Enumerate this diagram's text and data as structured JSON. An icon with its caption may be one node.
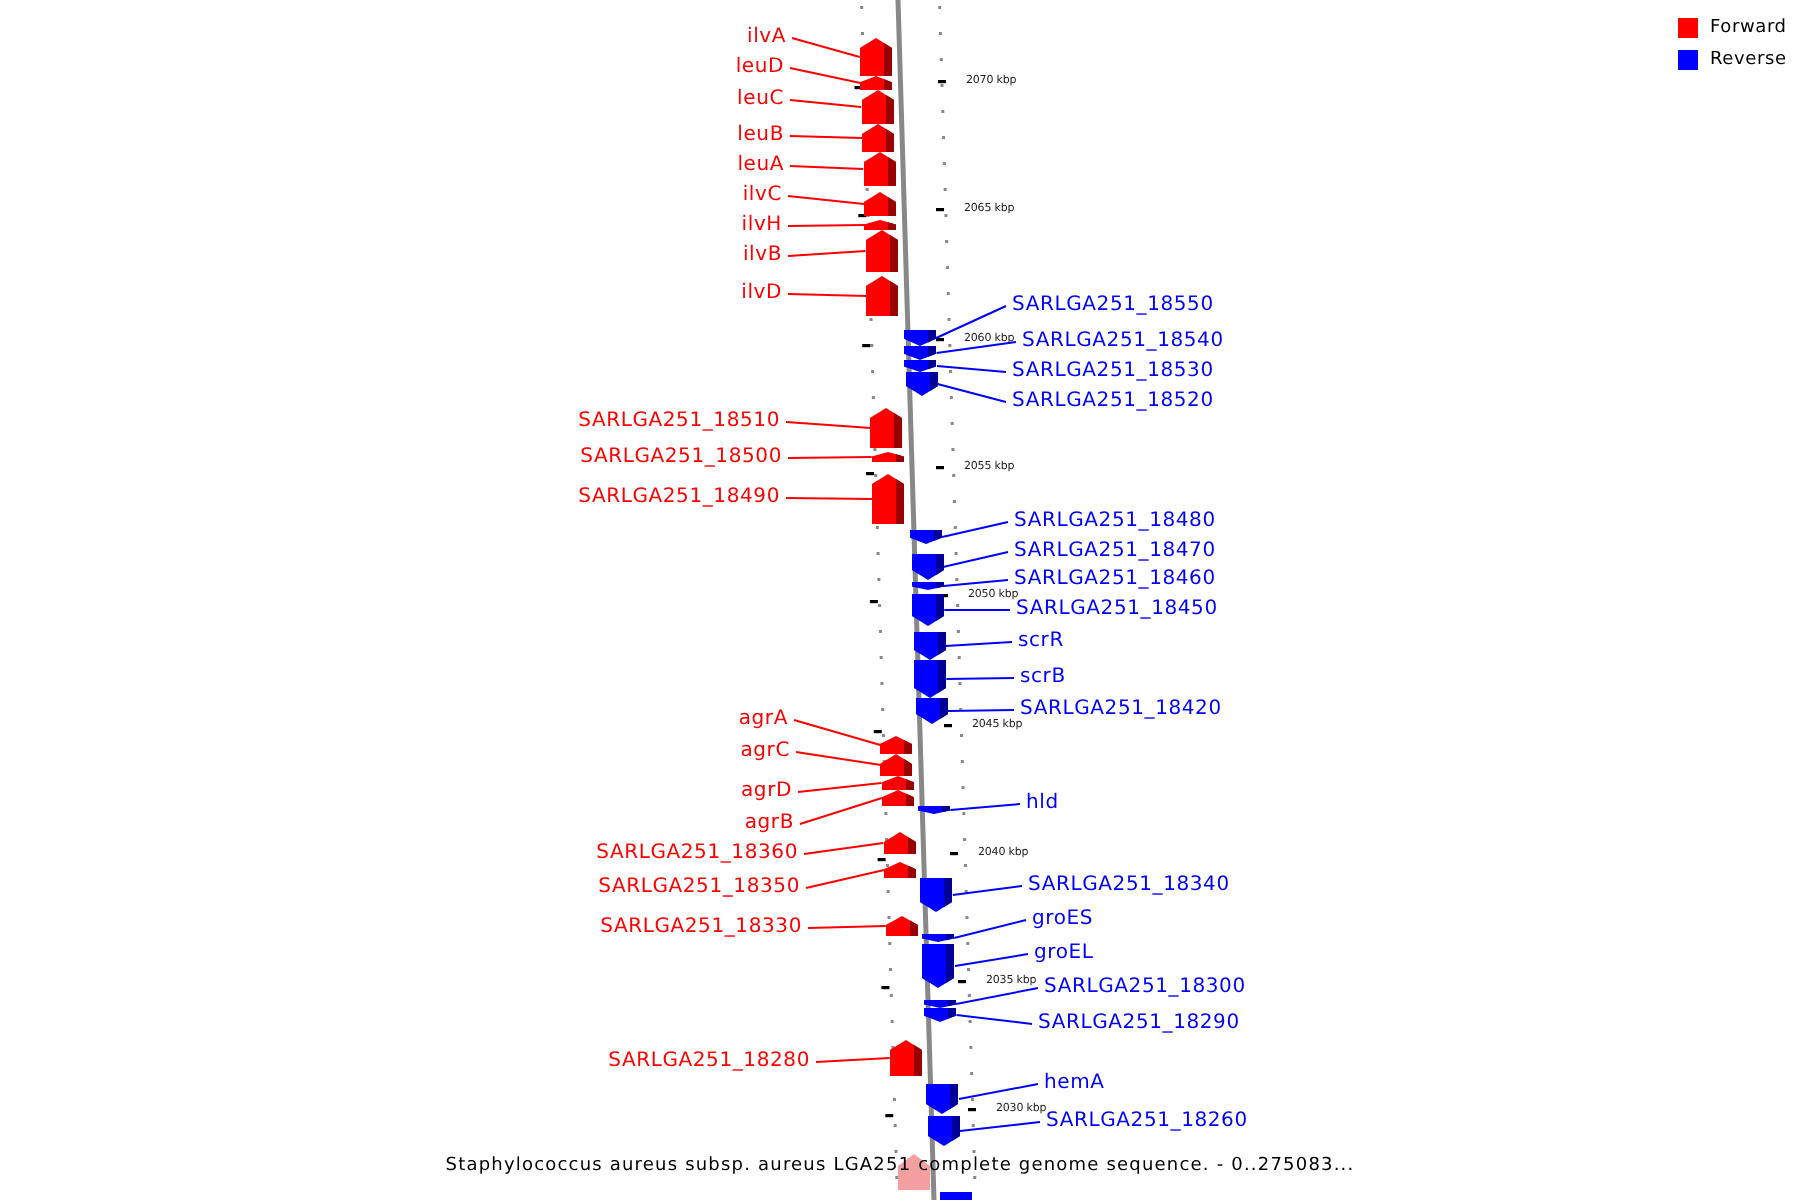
{
  "diagram": {
    "caption": "Staphylococcus aureus subsp. aureus LGA251 complete genome sequence. - 0..275083...",
    "nodes": [
      {
        "text": [
          "ilvA"
        ]
      },
      {
        "text": [],
        "shape": "bar"
      },
      {
        "text": [
          "leuD"
        ]
      },
      {
        "text": [],
        "shape": "bar"
      },
      {
        "text": [
          "leuC"
        ]
      },
      {
        "text": [],
        "shape": "bar"
      },
      {
        "text": [
          "leuB"
        ]
      },
      {
        "text": [],
        "shape": "bar"
      },
      {
        "text": [
          "leuA"
        ]
      },
      {
        "text": [],
        "shape": "bar"
      },
      {
        "text": [
          "ilvC"
        ]
      },
      {
        "text": [],
        "shape": "bar"
      },
      {
        "text": [
          "ilvH"
        ]
      },
      {
        "text": [],
        "shape": "bar"
      },
      {
        "text": [
          "ilvB"
        ]
      },
      {
        "text": [],
        "shape": "bar"
      },
      {
        "text": [
          "ilvD"
        ]
      },
      {
        "text": [],
        "shape": "bar"
      },
      {
        "text": [
          "SARLGA251_18550"
        ]
      },
      {
        "text": [],
        "shape": "bar"
      },
      {
        "text": [
          "SARLGA251_18540"
        ]
      },
      {
        "text": [],
        "shape": "bar"
      },
      {
        "text": [
          "SARLGA251_18530"
        ]
      },
      {
        "text": [],
        "shape": "bar"
      },
      {
        "text": [
          "SARLGA251_18520"
        ]
      },
      {
        "text": [],
        "shape": "bar"
      },
      {
        "text": [
          "SARLGA251_18510"
        ]
      },
      {
        "text": [],
        "shape": "bar"
      },
      {
        "text": [
          "SARLGA251_18500"
        ]
      },
      {
        "text": [],
        "shape": "bar"
      },
      {
        "text": [
          "SARLGA251_18490"
        ]
      },
      {
        "text": [],
        "shape": "bar"
      },
      {
        "text": [
          "SARLGA251_18480"
        ]
      },
      {
        "text": [],
        "shape": "bar"
      },
      {
        "text": [
          "SARLGA251_18470"
        ]
      },
      {
        "text": [],
        "shape": "bar"
      },
      {
        "text": [
          "SARLGA251_18460"
        ]
      },
      {
        "text": [],
        "shape": "bar"
      },
      {
        "text": [
          "SARLGA251_18450"
        ]
      },
      {
        "text": [],
        "shape": "bar"
      },
      {
        "text": [
          "scrR"
        ]
      },
      {
        "text": [],
        "shape": "bar"
      },
      {
        "text": [
          "scrB"
        ]
      },
      {
        "text": [],
        "shape": "bar"
      },
      {
        "text": [
          "SARLGA251_18420"
        ]
      },
      {
        "text": [],
        "shape": "bar"
      },
      {
        "text": [
          "agrA"
        ]
      },
      {
        "text": [],
        "shape": "bar"
      },
      {
        "text": [
          "agrC"
        ]
      },
      {
        "text": [],
        "shape": "bar"
      },
      {
        "text": [
          "agrD"
        ]
      },
      {
        "text": [],
        "shape": "bar"
      },
      {
        "text": [
          "hld"
        ]
      },
      {
        "text": [],
        "shape": "bar"
      },
      {
        "text": [
          "agrB"
        ]
      },
      {
        "text": [],
        "shape": "bar"
      },
      {
        "text": [
          "SARLGA251_18360"
        ]
      },
      {
        "text": [],
        "shape": "bar"
      },
      {
        "text": [
          "SARLGA251_18340"
        ]
      },
      {
        "text": [],
        "shape": "bar"
      },
      {
        "text": [
          "SARLGA251_18350"
        ]
      },
      {
        "text": [],
        "shape": "bar"
      },
      {
        "text": [
          "groES"
        ]
      },
      {
        "text": [],
        "shape": "bar"
      },
      {
        "text": [
          "SARLGA251_18330"
        ]
      },
      {
        "text": [],
        "shape": "bar"
      },
      {
        "text": [
          "groEL"
        ]
      },
      {
        "text": [],
        "shape": "bar"
      },
      {
        "text": [
          "SARLGA251_18300"
        ]
      },
      {
        "text": [],
        "shape": "bar"
      },
      {
        "text": [
          "SARLGA251_18290"
        ]
      },
      {
        "text": [],
        "shape": "bar"
      },
      {
        "text": [
          "SARLGA251_18280"
        ]
      },
      {
        "text": [],
        "shape": "bar"
      },
      {
        "text": [
          "hemA"
        ]
      },
      {
        "text": [],
        "shape": "bar"
      },
      {
        "text": [
          "SARLGA251_18260"
        ]
      },
      {
        "text": [],
        "shape": "bar"
      }
    ],
    "edges": [
      {
        "from": 0,
        "to": 1,
        "arrow": "none"
      },
      {
        "from": 2,
        "to": 3,
        "arrow": "none"
      },
      {
        "from": 4,
        "to": 5,
        "arrow": "none"
      },
      {
        "from": 6,
        "to": 7,
        "arrow": "none"
      },
      {
        "from": 8,
        "to": 9,
        "arrow": "none"
      },
      {
        "from": 10,
        "to": 11,
        "arrow": "none"
      },
      {
        "from": 12,
        "to": 13,
        "arrow": "none"
      },
      {
        "from": 14,
        "to": 15,
        "arrow": "none"
      },
      {
        "from": 16,
        "to": 17,
        "arrow": "none"
      },
      {
        "from": 18,
        "to": 19,
        "arrow": "none",
        "color": "#0000ff"
      },
      {
        "from": 20,
        "to": 21,
        "arrow": "none",
        "color": "#0000ff"
      },
      {
        "from": 22,
        "to": 23,
        "arrow": "none",
        "color": "#0000ff"
      },
      {
        "from": 24,
        "to": 25,
        "arrow": "none",
        "color": "#0000ff"
      },
      {
        "from": 26,
        "to": 27,
        "arrow": "none"
      },
      {
        "from": 28,
        "to": 29,
        "arrow": "none"
      },
      {
        "from": 30,
        "to": 31,
        "arrow": "none"
      },
      {
        "from": 32,
        "to": 33,
        "arrow": "none",
        "color": "#0000ff"
      },
      {
        "from": 34,
        "to": 35,
        "arrow": "none",
        "color": "#0000ff"
      },
      {
        "from": 36,
        "to": 37,
        "arrow": "none",
        "color": "#0000ff"
      },
      {
        "from": 38,
        "to": 39,
        "arrow": "none",
        "color": "#0000ff"
      },
      {
        "from": 40,
        "to": 41,
        "arrow": "none",
        "color": "#0000ff"
      },
      {
        "from": 42,
        "to": 43,
        "arrow": "none",
        "color": "#0000ff"
      },
      {
        "from": 44,
        "to": 45,
        "arrow": "none",
        "color": "#0000ff"
      },
      {
        "from": 46,
        "to": 47,
        "arrow": "none"
      },
      {
        "from": 48,
        "to": 49,
        "arrow": "none"
      },
      {
        "from": 50,
        "to": 51,
        "arrow": "none"
      },
      {
        "from": 52,
        "to": 53,
        "arrow": "none",
        "color": "#0000ff"
      },
      {
        "from": 54,
        "to": 55,
        "arrow": "none"
      },
      {
        "from": 56,
        "to": 57,
        "arrow": "none"
      },
      {
        "from": 58,
        "to": 59,
        "arrow": "none",
        "color": "#0000ff"
      },
      {
        "from": 60,
        "to": 61,
        "arrow": "none"
      },
      {
        "from": 62,
        "to": 63,
        "arrow": "none",
        "color": "#0000ff"
      },
      {
        "from": 64,
        "to": 65,
        "arrow": "none"
      },
      {
        "from": 66,
        "to": 67,
        "arrow": "none",
        "color": "#0000ff"
      },
      {
        "from": 68,
        "to": 69,
        "arrow": "none",
        "color": "#0000ff"
      },
      {
        "from": 70,
        "to": 71,
        "arrow": "none",
        "color": "#0000ff"
      },
      {
        "from": 72,
        "to": 73,
        "arrow": "none"
      },
      {
        "from": 74,
        "to": 75,
        "arrow": "none",
        "color": "#0000ff"
      },
      {
        "from": 76,
        "to": 77,
        "arrow": "none",
        "color": "#0000ff"
      }
    ],
    "labels": [
      "2070 kbp",
      "2065 kbp",
      "2060 kbp",
      "2055 kbp",
      "2050 kbp",
      "2045 kbp",
      "2040 kbp",
      "2035 kbp",
      "2030 kbp"
    ],
    "legend": [
      {
        "text": "Forward",
        "color": "#ff0000"
      },
      {
        "text": "Reverse",
        "color": "#0000ff"
      }
    ]
  }
}
